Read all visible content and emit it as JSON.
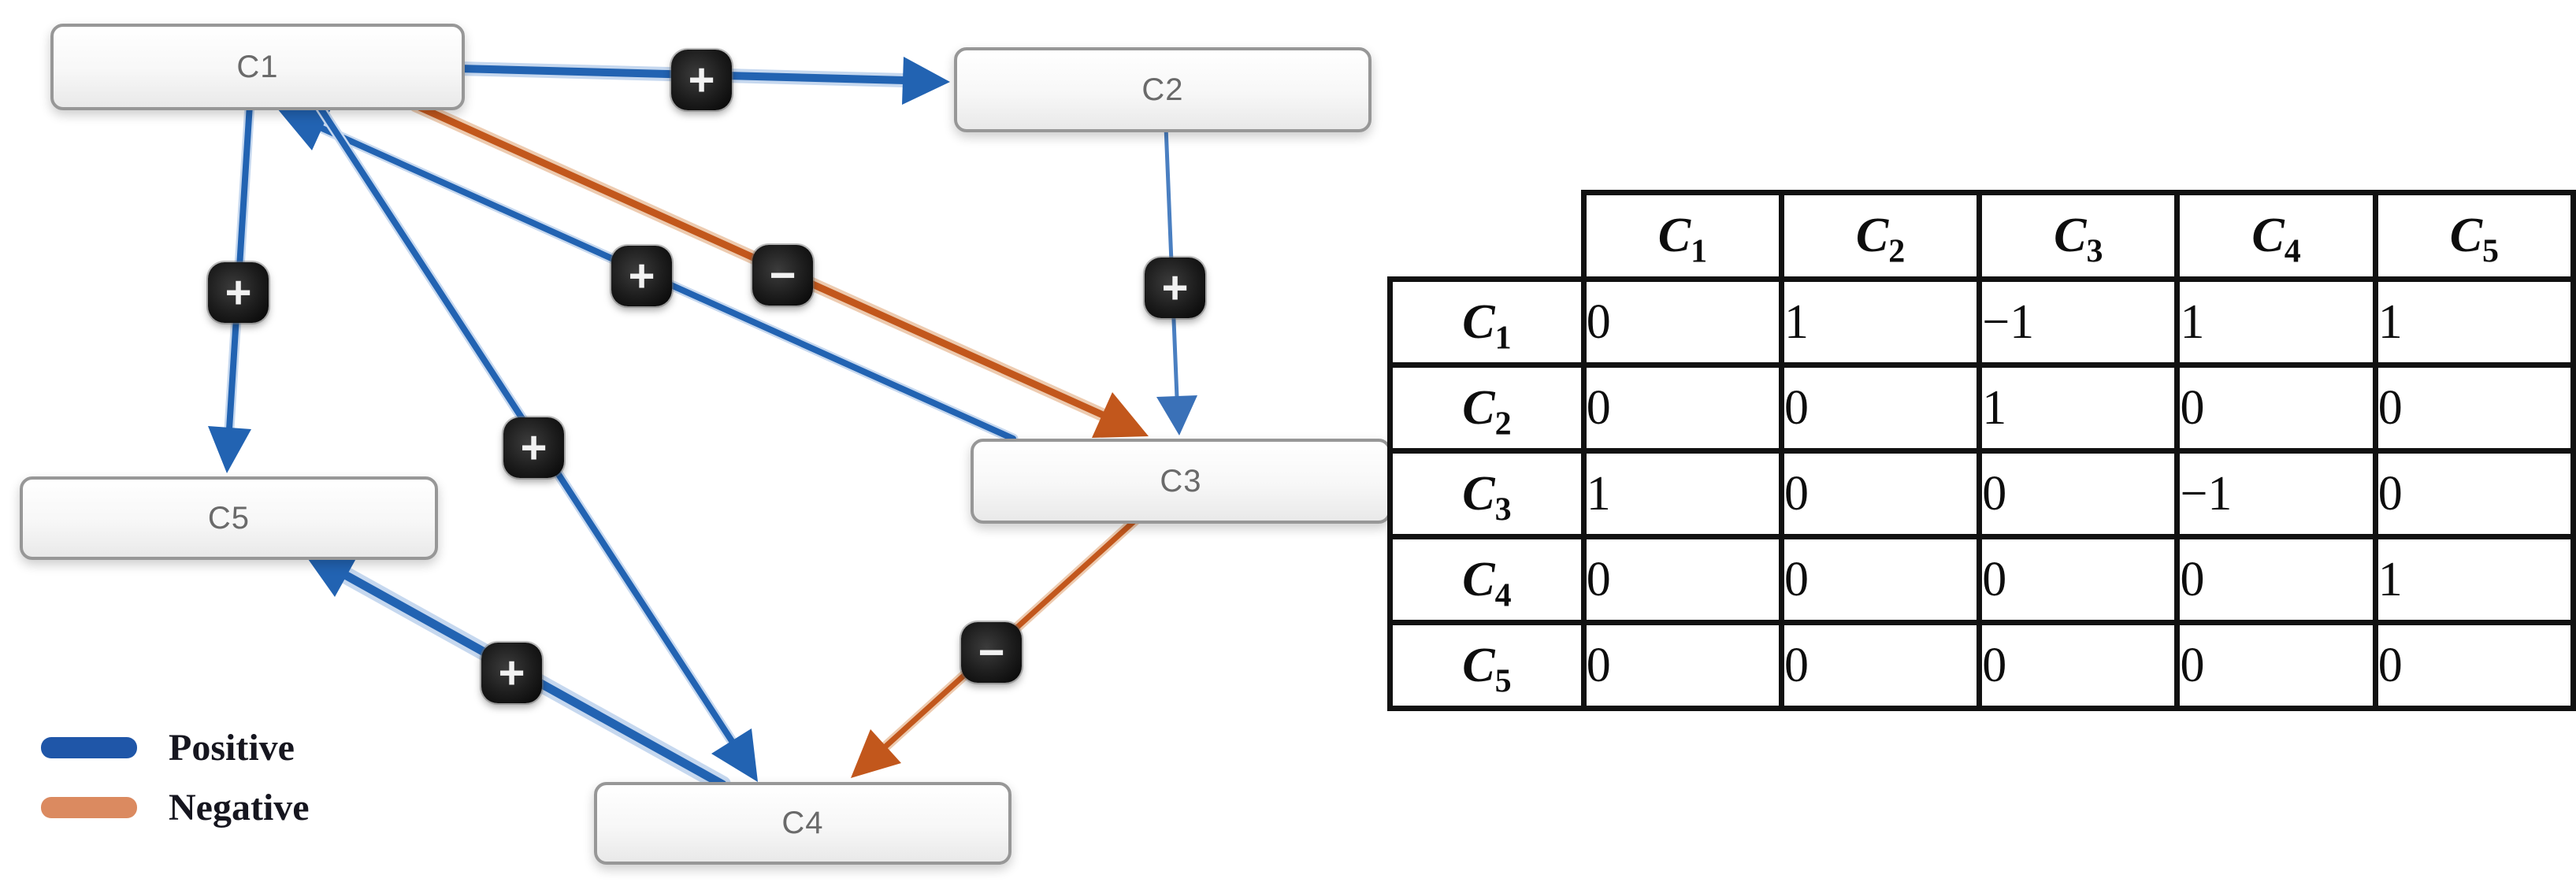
{
  "graph": {
    "nodes": [
      {
        "id": "C1",
        "label": "C1"
      },
      {
        "id": "C2",
        "label": "C2"
      },
      {
        "id": "C3",
        "label": "C3"
      },
      {
        "id": "C4",
        "label": "C4"
      },
      {
        "id": "C5",
        "label": "C5"
      }
    ],
    "edges": [
      {
        "from": "C1",
        "to": "C2",
        "sign": "+",
        "polarity": "positive"
      },
      {
        "from": "C2",
        "to": "C3",
        "sign": "+",
        "polarity": "positive"
      },
      {
        "from": "C1",
        "to": "C3",
        "sign": "−",
        "polarity": "negative"
      },
      {
        "from": "C3",
        "to": "C1",
        "sign": "+",
        "polarity": "positive"
      },
      {
        "from": "C1",
        "to": "C5",
        "sign": "+",
        "polarity": "positive"
      },
      {
        "from": "C1",
        "to": "C4",
        "sign": "+",
        "polarity": "positive"
      },
      {
        "from": "C4",
        "to": "C5",
        "sign": "+",
        "polarity": "positive"
      },
      {
        "from": "C3",
        "to": "C4",
        "sign": "−",
        "polarity": "negative"
      }
    ],
    "legend": {
      "items": [
        {
          "label": "Positive",
          "color": "#1f56a8"
        },
        {
          "label": "Negative",
          "color": "#db8a60"
        }
      ]
    }
  },
  "matrix": {
    "col_headers": [
      {
        "letter": "C",
        "sub": "1"
      },
      {
        "letter": "C",
        "sub": "2"
      },
      {
        "letter": "C",
        "sub": "3"
      },
      {
        "letter": "C",
        "sub": "4"
      },
      {
        "letter": "C",
        "sub": "5"
      }
    ],
    "rows": [
      {
        "header": {
          "letter": "C",
          "sub": "1"
        },
        "values": [
          "0",
          "1",
          "−1",
          "1",
          "1"
        ]
      },
      {
        "header": {
          "letter": "C",
          "sub": "2"
        },
        "values": [
          "0",
          "0",
          "1",
          "0",
          "0"
        ]
      },
      {
        "header": {
          "letter": "C",
          "sub": "3"
        },
        "values": [
          "1",
          "0",
          "0",
          "−1",
          "0"
        ]
      },
      {
        "header": {
          "letter": "C",
          "sub": "4"
        },
        "values": [
          "0",
          "0",
          "0",
          "0",
          "1"
        ]
      },
      {
        "header": {
          "letter": "C",
          "sub": "5"
        },
        "values": [
          "0",
          "0",
          "0",
          "0",
          "0"
        ]
      }
    ]
  },
  "colors": {
    "positive_edge": "#2263b2",
    "negative_edge": "#c2571c",
    "edge_sign_badge_bg": "#1d1d1d",
    "edge_sign_badge_text": "#f2f2f2",
    "node_border": "#979797",
    "node_text": "#6a6a6a",
    "table_border": "#111111",
    "legend_text": "#16161f"
  }
}
